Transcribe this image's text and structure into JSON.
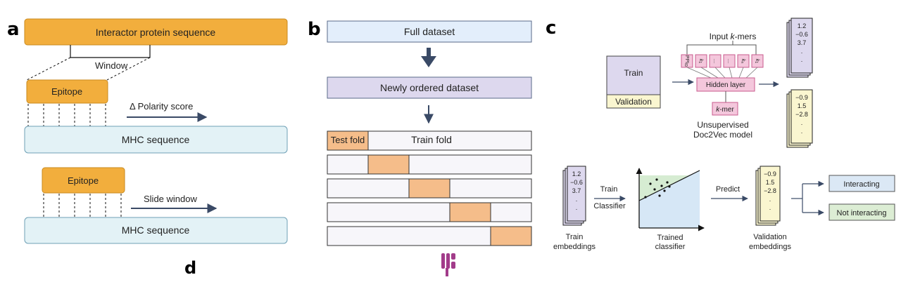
{
  "colors": {
    "orange": "#f2ae3d",
    "orange_stroke": "#c98a1e",
    "light_blue": "#e3f2f6",
    "blue_stroke": "#6fa0b6",
    "lavender": "#ddd8ee",
    "lavender_stroke": "#8f86b3",
    "peach": "#f5bd8a",
    "fold_fill": "#f7f6fa",
    "pale_yellow": "#faf6d0",
    "pink": "#f4c7dc",
    "pink_stroke": "#c95b8e",
    "arrow": "#3a4a66",
    "interacting": "#dbe8f5",
    "not_interacting": "#dcedd4",
    "region_green": "#d6ecd2",
    "region_blue": "#d6e7f6",
    "magenta": "#a23c8a"
  },
  "panel_labels": {
    "a": "a",
    "b": "b",
    "c": "c",
    "d": "d"
  },
  "panel_a": {
    "interactor": "Interactor protein sequence",
    "window": "Window",
    "epitope_top": "Epitope",
    "polarity": "Δ Polarity score",
    "mhc_top": "MHC sequence",
    "epitope_bottom": "Epitope",
    "slide": "Slide window",
    "mhc_bottom": "MHC sequence"
  },
  "panel_b": {
    "full": "Full dataset",
    "ordered": "Newly ordered dataset",
    "test_fold": "Test fold",
    "train_fold": "Train fold",
    "folds_count": 5
  },
  "panel_c": {
    "train": "Train",
    "validation": "Validation",
    "input_kmers_prefix": "Input ",
    "input_kmers_k": "k",
    "input_kmers_suffix": "-mers",
    "tokens": [
      {
        "main": "PPI",
        "sub": "ID"
      },
      {
        "main": "k",
        "sub": "1"
      },
      {
        "main": "…",
        "sub": ""
      },
      {
        "main": "k",
        "sub": "n"
      },
      {
        "main": "k",
        "sub": "1"
      }
    ],
    "hidden": "Hidden layer",
    "kmer_output_k": "k",
    "kmer_output_suffix": "-mer",
    "model_line1": "Unsupervised",
    "model_line2": "Doc2Vec model",
    "stack_train_values": [
      "1.2",
      "−0.6",
      "3.7",
      ".",
      "."
    ],
    "stack_val_values": [
      "−0.9",
      "1.5",
      "−2.8",
      ".",
      "."
    ],
    "train_embed_values": [
      "1.2",
      "−0.6",
      "3.7",
      ".",
      "."
    ],
    "train_embed_line1": "Train",
    "train_embed_line2": "embeddings",
    "train_label": "Train",
    "classifier_label": "Classifier",
    "trained_line1": "Trained",
    "trained_line2": "classifier",
    "predict": "Predict",
    "val_embed_values": [
      "−0.9",
      "1.5",
      "−2.8",
      ".",
      "."
    ],
    "val_embed_line1": "Validation",
    "val_embed_line2": "embeddings",
    "interacting": "Interacting",
    "not_interacting": "Not interacting"
  }
}
